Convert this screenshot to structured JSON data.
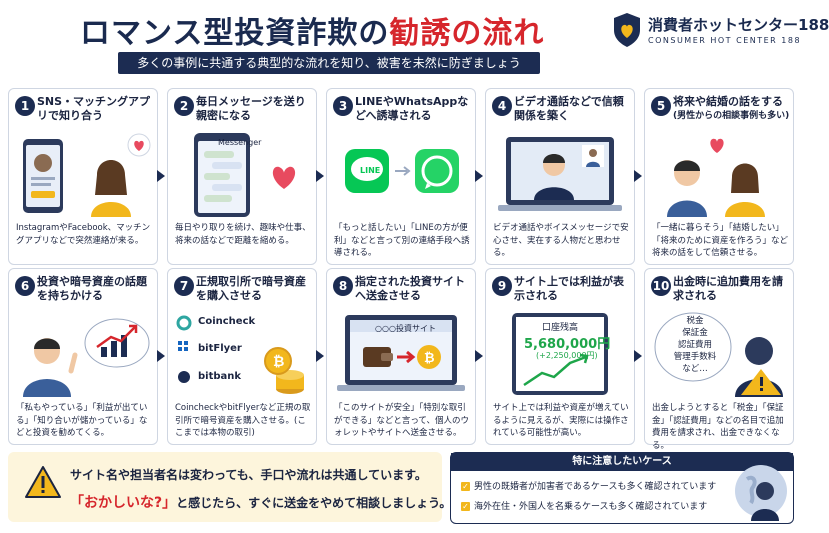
{
  "header": {
    "title_dark_1": "ロマンス型投資詐欺の",
    "title_red": "勧誘の流れ",
    "org_name": "消費者ホットセンター188",
    "org_en": "CONSUMER HOT CENTER 188",
    "subtitle": "多くの事例に共通する典型的な流れを知り、被害を未然に防ぎましょう"
  },
  "steps": [
    {
      "num": "1",
      "title": "SNS・マッチングアプリで知り合う",
      "sub": "",
      "desc": "InstagramやFacebook、マッチングアプリなどで突然連絡が来る。",
      "illus": "phone-profile-woman-heart"
    },
    {
      "num": "2",
      "title": "毎日メッセージを送り親密になる",
      "sub": "",
      "desc": "毎日やり取りを続け、趣味や仕事、将来の話などで距離を縮める。",
      "illus": "phone-chat-heart",
      "screen_label": "Messenger"
    },
    {
      "num": "3",
      "title": "LINEやWhatsAppなどへ誘導される",
      "sub": "",
      "desc": "「もっと話したい」「LINEの方が便利」などと言って別の連絡手段へ誘導される。",
      "illus": "line-whatsapp",
      "app_label": "LINE"
    },
    {
      "num": "4",
      "title": "ビデオ通話などで信頼関係を築く",
      "sub": "",
      "desc": "ビデオ通話やボイスメッセージで安心させ、実在する人物だと思わせる。",
      "illus": "laptop-video-call"
    },
    {
      "num": "5",
      "title": "将来や結婚の話をする",
      "sub": "(男性からの相談事例も多い)",
      "desc": "「一緒に暮らそう」「結婚したい」「将来のために資産を作ろう」など将来の話をして信頼させる。",
      "illus": "couple-heart"
    },
    {
      "num": "6",
      "title": "投資や暗号資産の話題を持ちかける",
      "sub": "",
      "desc": "「私もやっている」「利益が出ている」「知り合いが儲かっている」などと投資を勧めてくる。",
      "illus": "man-chart-bubble"
    },
    {
      "num": "7",
      "title": "正規取引所で暗号資産を購入させる",
      "sub": "",
      "desc": "CoincheckやbitFlyerなど正規の取引所で暗号資産を購入させる。(ここまでは本物の取引)",
      "illus": "exchanges-coins",
      "exchanges": [
        "Coincheck",
        "bitFlyer",
        "bitbank"
      ]
    },
    {
      "num": "8",
      "title": "指定された投資サイトへ送金させる",
      "sub": "",
      "desc": "「このサイトが安全」「特別な取引ができる」などと言って、個人のウォレットやサイトへ送金させる。",
      "illus": "laptop-wallet-coin",
      "site_label": "○○○投資サイト"
    },
    {
      "num": "9",
      "title": "サイト上では利益が表示される",
      "sub": "",
      "desc": "サイト上では利益や資産が増えているように見えるが、実際には操作されている可能性が高い。",
      "illus": "balance-screen",
      "balance_label": "口座残高",
      "balance_value": "5,680,000円",
      "balance_gain": "(+2,250,000円)"
    },
    {
      "num": "10",
      "title": "出金時に追加費用を請求される",
      "sub": "",
      "desc": "出金しようとすると「税金」「保証金」「認証費用」などの名目で追加費用を請求され、出金できなくなる。",
      "illus": "fees-bubble-warning",
      "fees": [
        "税金",
        "保証金",
        "認証費用",
        "管理手数料",
        "など…"
      ]
    }
  ],
  "bottom_left": {
    "line1": "サイト名や担当者名は変わっても、手口や流れは共通しています。",
    "line2_red": "「おかしいな?」",
    "line2_rest": "と感じたら、すぐに送金をやめて相談しましょう。"
  },
  "bottom_right": {
    "heading": "特に注意したいケース",
    "items": [
      "男性の既婚者が加害者であるケースも多く確認されています",
      "海外在住・外国人を名乗るケースも多く確認されています"
    ]
  },
  "colors": {
    "navy": "#1c2c52",
    "red": "#d6262c",
    "yellow": "#f2b71c",
    "heart": "#e84a5f",
    "green": "#06c755"
  }
}
